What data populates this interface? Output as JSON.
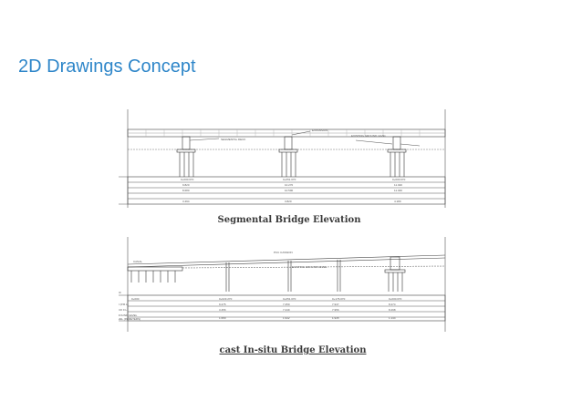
{
  "slide": {
    "title": "2D Drawings Concept",
    "caption_segmental": "Segmental Bridge Elevation",
    "caption_cast_in_situ": "cast In-situ  Bridge Elevation",
    "title_color": "#2e86c9"
  }
}
